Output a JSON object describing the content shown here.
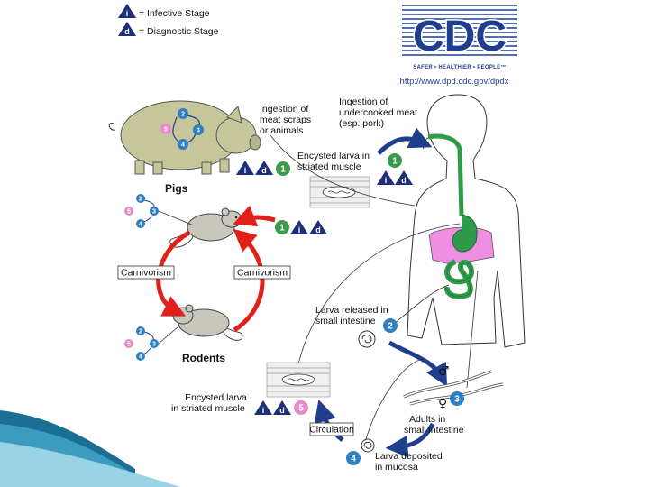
{
  "legend": {
    "infective_symbol": "i",
    "infective_label": "= Infective Stage",
    "diagnostic_symbol": "d",
    "diagnostic_label": "= Diagnostic Stage"
  },
  "logo": {
    "text": "CDC",
    "tagline": "SAFER • HEALTHIER • PEOPLE™",
    "url": "http://www.dpd.cdc.gov/dpdx"
  },
  "labels": {
    "ingestion_scraps": [
      "Ingestion of",
      "meat scraps",
      "or animals"
    ],
    "ingestion_meat": [
      "Ingestion of",
      "undercooked meat",
      "(esp. pork)"
    ],
    "encysted_top": [
      "Encysted larva in",
      "striated muscle"
    ],
    "pigs": "Pigs",
    "rodents": "Rodents",
    "carnivorism_left": "Carnivorism",
    "carnivorism_right": "Carnivorism",
    "larva_released": [
      "Larva released in",
      "small intestine"
    ],
    "encysted_bottom": [
      "Encysted larva",
      "in striated muscle"
    ],
    "adults": [
      "Adults in",
      "small intestine"
    ],
    "circulation": "Circulation",
    "larva_deposited": [
      "Larva deposited",
      "in mucosa"
    ]
  },
  "stages": {
    "s1": "1",
    "s2": "2",
    "s3": "3",
    "s4": "4",
    "s5": "5",
    "i": "i",
    "d": "d",
    "male": "♂",
    "female": "♀"
  },
  "colors": {
    "blue_badge": "#2f7fc1",
    "green_badge": "#3a9b4a",
    "pink_badge": "#e98bc8",
    "triangle": "#1e2e78",
    "red_arrow": "#e0201a",
    "blue_arrow": "#1f3f8e",
    "pig": "#c5c79a",
    "gut": "#2e9a4a",
    "liver": "#ef8ee2"
  }
}
